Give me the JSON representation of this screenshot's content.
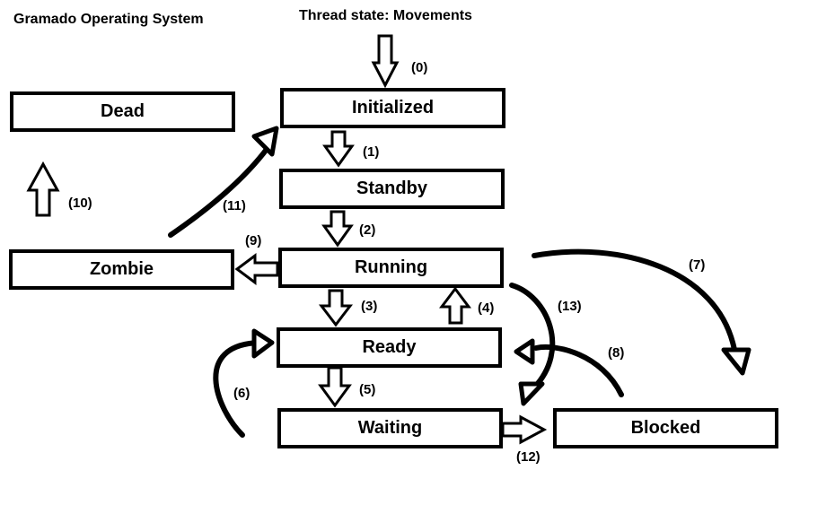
{
  "header": {
    "system_title": "Gramado Operating System",
    "diagram_title": "Thread state: Movements"
  },
  "states": {
    "initialized": "Initialized",
    "dead": "Dead",
    "standby": "Standby",
    "running": "Running",
    "zombie": "Zombie",
    "ready": "Ready",
    "waiting": "Waiting",
    "blocked": "Blocked"
  },
  "transitions": {
    "t0": "(0)",
    "t1": "(1)",
    "t2": "(2)",
    "t3": "(3)",
    "t4": "(4)",
    "t5": "(5)",
    "t6": "(6)",
    "t7": "(7)",
    "t8": "(8)",
    "t9": "(9)",
    "t10": "(10)",
    "t11": "(11)",
    "t12": "(12)",
    "t13": "(13)"
  },
  "colors": {
    "stroke": "#000000",
    "background": "#ffffff"
  }
}
